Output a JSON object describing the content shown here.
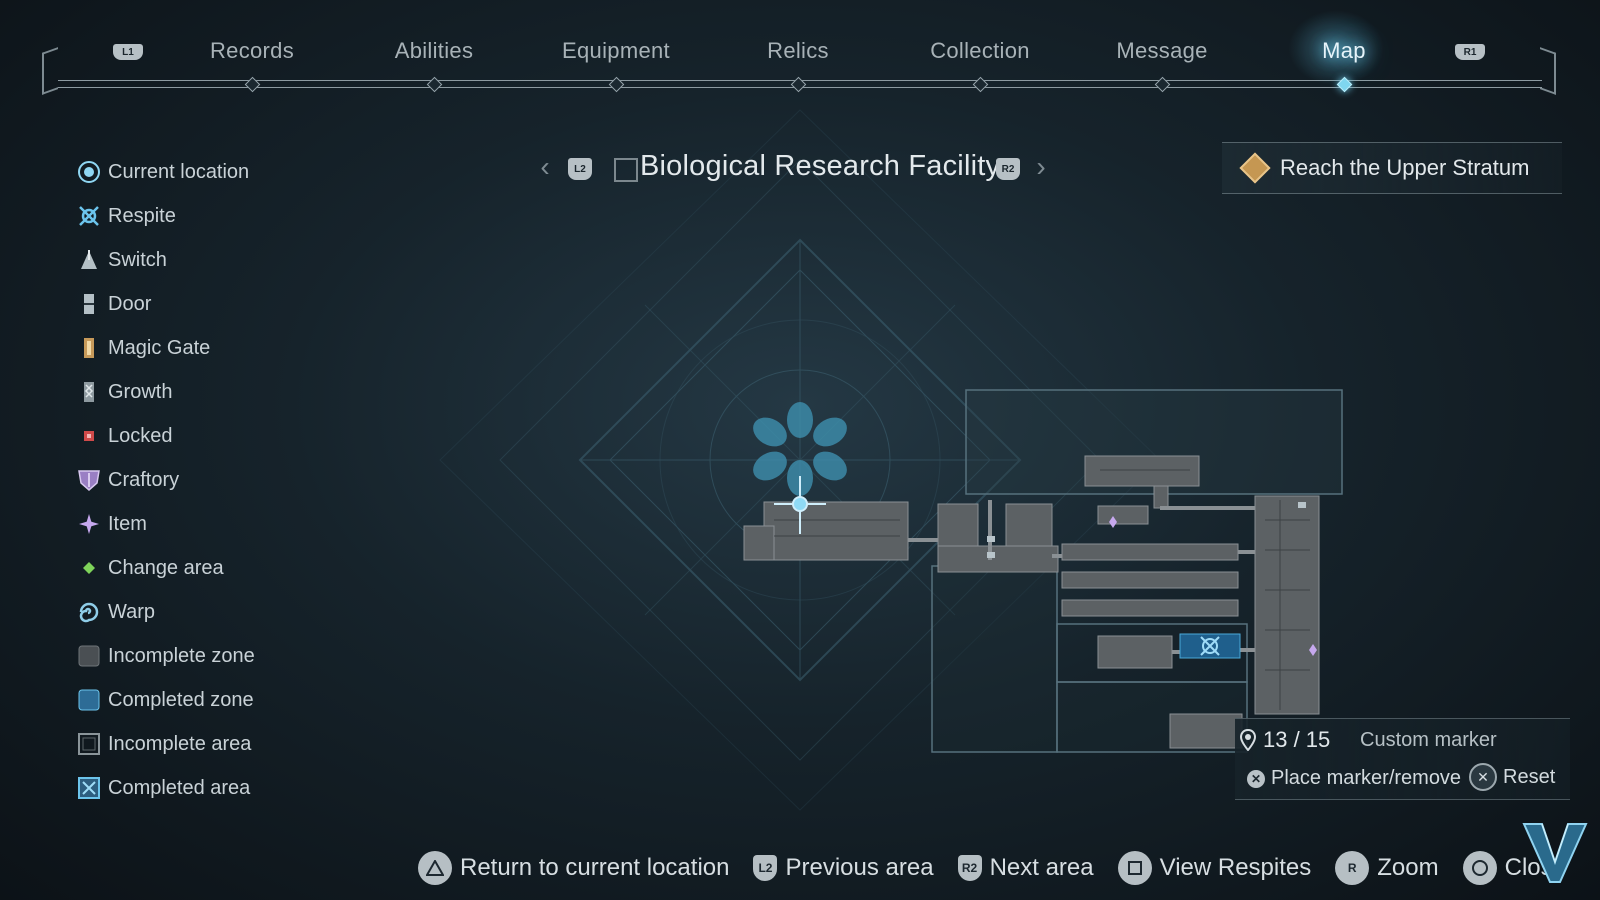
{
  "tabs": {
    "left_button": "L1",
    "right_button": "R1",
    "items": [
      {
        "label": "Records"
      },
      {
        "label": "Abilities"
      },
      {
        "label": "Equipment"
      },
      {
        "label": "Relics"
      },
      {
        "label": "Collection"
      },
      {
        "label": "Message"
      },
      {
        "label": "Map"
      }
    ],
    "active_index": 6
  },
  "legend": [
    {
      "label": "Current location",
      "icon": "current-location-icon"
    },
    {
      "label": "Respite",
      "icon": "respite-icon"
    },
    {
      "label": "Switch",
      "icon": "switch-icon"
    },
    {
      "label": "Door",
      "icon": "door-icon"
    },
    {
      "label": "Magic Gate",
      "icon": "magic-gate-icon"
    },
    {
      "label": "Growth",
      "icon": "growth-icon"
    },
    {
      "label": "Locked",
      "icon": "locked-icon"
    },
    {
      "label": "Craftory",
      "icon": "craftory-icon"
    },
    {
      "label": "Item",
      "icon": "item-icon"
    },
    {
      "label": "Change area",
      "icon": "change-area-icon"
    },
    {
      "label": "Warp",
      "icon": "warp-icon"
    },
    {
      "label": "Incomplete zone",
      "icon": "incomplete-zone-icon"
    },
    {
      "label": "Completed zone",
      "icon": "completed-zone-icon"
    },
    {
      "label": "Incomplete area",
      "icon": "incomplete-area-icon"
    },
    {
      "label": "Completed area",
      "icon": "completed-area-icon"
    }
  ],
  "area": {
    "prev_button": "L2",
    "next_button": "R2",
    "title": "Biological Research Facility"
  },
  "objective": {
    "text": "Reach the Upper Stratum"
  },
  "marker": {
    "count": "13 / 15",
    "label": "Custom marker",
    "place_label": "Place marker/remove",
    "reset_label": "Reset"
  },
  "controls": {
    "return_label": "Return to current location",
    "previous_button": "L2",
    "previous_label": "Previous area",
    "next_button": "R2",
    "next_label": "Next area",
    "respites_label": "View Respites",
    "zoom_button": "R",
    "zoom_label": "Zoom",
    "close_label": "Close"
  },
  "colors": {
    "accent": "#6fd0f0",
    "objective": "#c59752",
    "respite": "#4aa8d8",
    "item": "#b89ae0",
    "change_area": "#7ed35a",
    "locked": "#d04a4a"
  }
}
